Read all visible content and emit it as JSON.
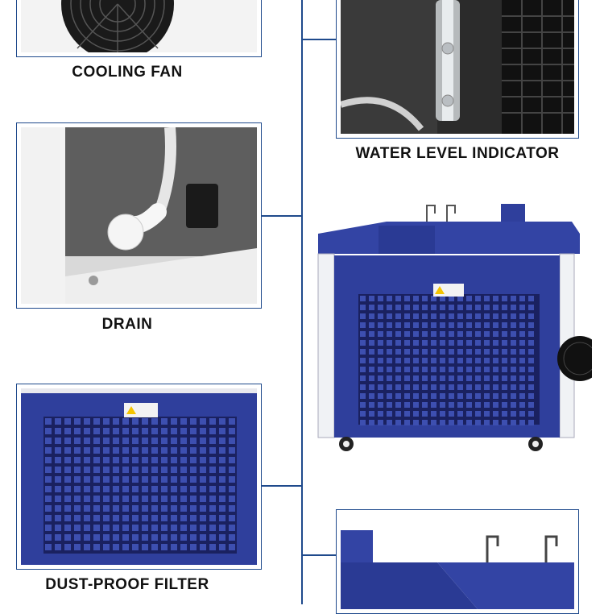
{
  "features": [
    {
      "key": "cooling_fan",
      "caption": "COOLING FAN",
      "icon": "fan-icon"
    },
    {
      "key": "water_level",
      "caption": "WATER LEVEL INDICATOR",
      "icon": "water-level-icon"
    },
    {
      "key": "drain",
      "caption": "DRAIN",
      "icon": "drain-icon"
    },
    {
      "key": "dust_filter",
      "caption": "DUST-PROOF FILTER",
      "icon": "filter-icon"
    }
  ],
  "colors": {
    "accent": "#1f4a8c",
    "chiller_blue": "#2f3f9c",
    "grid_dark": "#1a2160"
  }
}
